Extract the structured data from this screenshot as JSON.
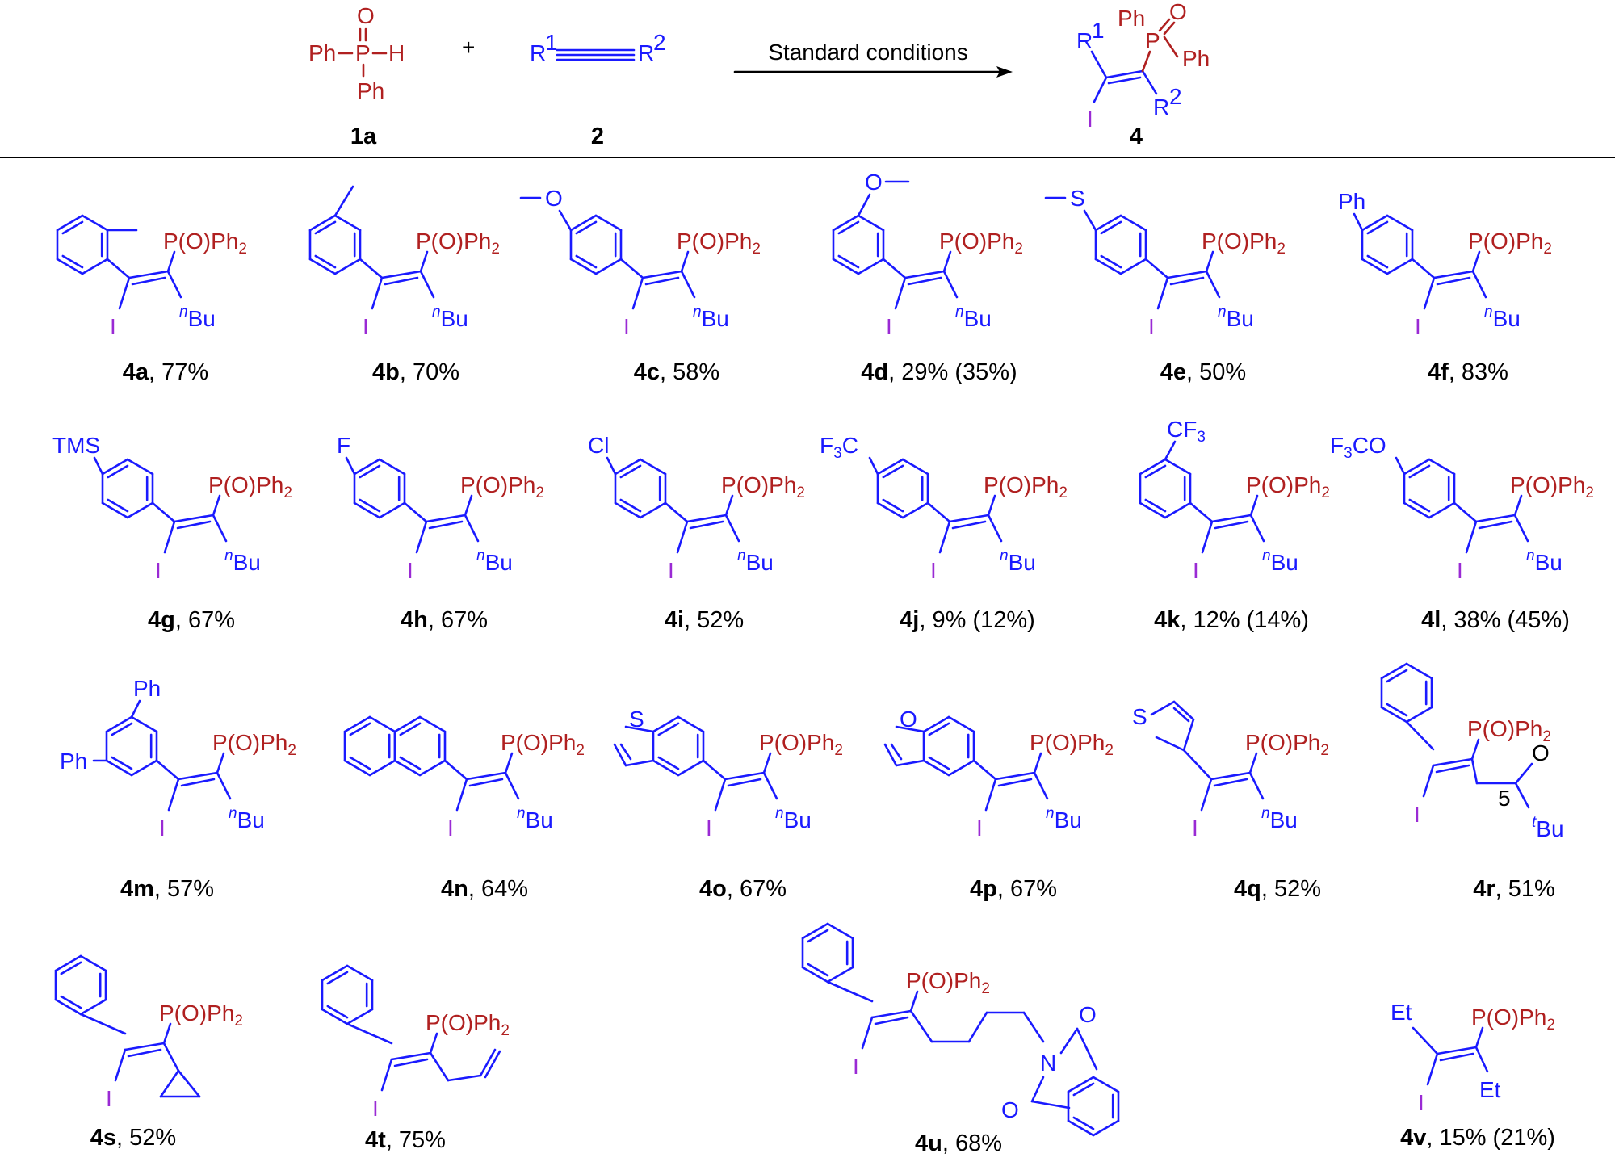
{
  "reaction": {
    "reagent1": {
      "label": "1a",
      "ph_left": "Ph",
      "ph_bottom": "Ph",
      "h": "H",
      "p": "P",
      "o": "O"
    },
    "reagent2": {
      "label": "2",
      "r1": "R",
      "r1_sup": "1",
      "r2": "R",
      "r2_sup": "2"
    },
    "plus": "+",
    "conditions": "Standard conditions",
    "product": {
      "label": "4",
      "r1": "R",
      "r1_sup": "1",
      "r2": "R",
      "r2_sup": "2",
      "ph1": "Ph",
      "ph2": "Ph",
      "p": "P",
      "o": "O",
      "i": "I"
    }
  },
  "groups": {
    "pooph": "P(O)Ph",
    "sub2": "2",
    "iodo": "I",
    "nbu_n": "n",
    "nbu_bu": "Bu",
    "tbu_t": "t",
    "cf3": "CF",
    "sub3": "3",
    "f3": "F",
    "f3c_c": "C",
    "f3co_co": "CO",
    "tms": "TMS",
    "f": "F",
    "cl": "Cl",
    "ph": "Ph",
    "s": "S",
    "o": "O",
    "n": "N",
    "et": "Et",
    "sub5": "5"
  },
  "products": [
    {
      "id": "4a",
      "yield": ", 77%"
    },
    {
      "id": "4b",
      "yield": ", 70%"
    },
    {
      "id": "4c",
      "yield": ", 58%"
    },
    {
      "id": "4d",
      "yield": ", 29% (35%)"
    },
    {
      "id": "4e",
      "yield": ", 50%"
    },
    {
      "id": "4f",
      "yield": ", 83%"
    },
    {
      "id": "4g",
      "yield": ", 67%"
    },
    {
      "id": "4h",
      "yield": ", 67%"
    },
    {
      "id": "4i",
      "yield": ", 52%"
    },
    {
      "id": "4j",
      "yield": ", 9% (12%)"
    },
    {
      "id": "4k",
      "yield": ", 12% (14%)"
    },
    {
      "id": "4l",
      "yield": ", 38% (45%)"
    },
    {
      "id": "4m",
      "yield": ", 57%"
    },
    {
      "id": "4n",
      "yield": ", 64%"
    },
    {
      "id": "4o",
      "yield": ", 67%"
    },
    {
      "id": "4p",
      "yield": ", 67%"
    },
    {
      "id": "4q",
      "yield": ", 52%"
    },
    {
      "id": "4r",
      "yield": ", 51%"
    },
    {
      "id": "4s",
      "yield": ", 52%"
    },
    {
      "id": "4t",
      "yield": ", 75%"
    },
    {
      "id": "4u",
      "yield": ", 68%"
    },
    {
      "id": "4v",
      "yield": ", 15% (21%)"
    }
  ],
  "colors": {
    "aryl": "#1a1aff",
    "phosphorus": "#b02020",
    "iodine": "#9a2ad4",
    "text": "#000000"
  }
}
